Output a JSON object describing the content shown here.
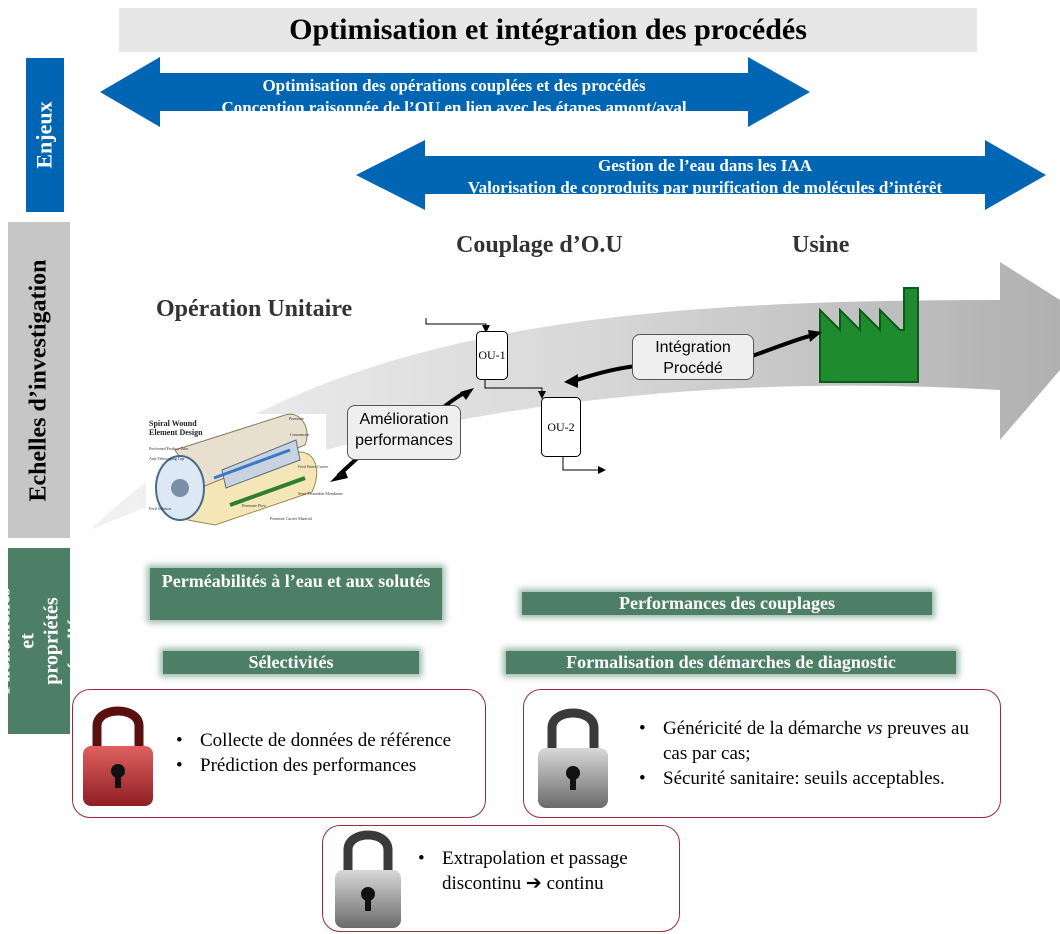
{
  "title": "Optimisation et intégration des procédés",
  "side_labels": {
    "enjeux": "Enjeux",
    "echelles": "Echelles d’investigation",
    "phenomenes": "Phénomènes et propriétés étudiés"
  },
  "arrows": {
    "top_line1": "Optimisation des opérations couplées et des procédés",
    "top_line2": "Conception raisonnée de l’OU en lien avec les étapes amont/aval",
    "bottom_line1": "Gestion de l’eau dans les IAA",
    "bottom_line2": "Valorisation de coproduits par purification de molécules d’intérêt"
  },
  "scales": {
    "operation": "Opération Unitaire",
    "couplage": "Couplage d’O.U",
    "usine": "Usine"
  },
  "bubbles": {
    "amelioration_1": "Amélioration",
    "amelioration_2": "performances",
    "integration_1": "Intégration",
    "integration_2": "Procédé"
  },
  "units": {
    "ou1": "OU-1",
    "ou2": "OU-2"
  },
  "membrane": {
    "title_1": "Spiral Wound",
    "title_2": "Element Design",
    "labels": [
      "Permeate",
      "Concentrate",
      "Perforated Product Tube",
      "Anti-Telescoping Cap",
      "Feed Water Carrier",
      "Semi-Permeable Membrane",
      "Permeate Flow",
      "Permeate Carrier Material",
      "Feed Solution"
    ]
  },
  "properties": {
    "permeabilites": "Perméabilités à l’eau et aux solutés",
    "selectivites": "Sélectivités",
    "couplages": "Performances des couplages",
    "formalisation": "Formalisation des démarches de diagnostic"
  },
  "locks": {
    "red": {
      "color": "#c0393b",
      "items": [
        "Collecte de données de référence",
        "Prédiction des performances"
      ]
    },
    "grey_right": {
      "color": "#8c8c8c",
      "item1_a": "Généricité de la démarche ",
      "item1_vs": "vs",
      "item1_b": " preuves au cas par cas;",
      "item2": "Sécurité sanitaire: seuils acceptables."
    },
    "grey_bottom": {
      "color": "#8c8c8c",
      "item1": "Extrapolation et passage discontinu ➔ continu"
    }
  },
  "colors": {
    "blue": "#0066b3",
    "green": "#4d7f66",
    "factory": "#1e8c2e",
    "grey_arrow": "#b5b5b5"
  }
}
